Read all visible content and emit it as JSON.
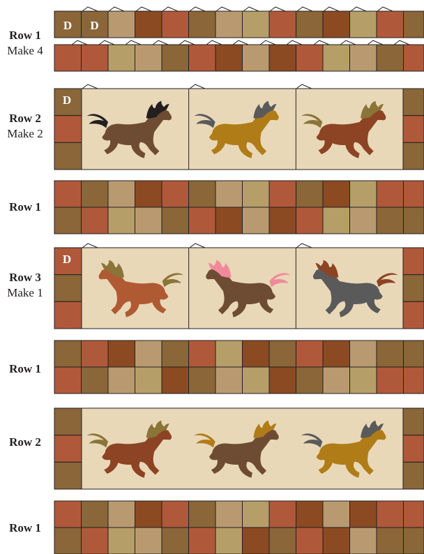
{
  "labels": [
    {
      "title": "Row 1",
      "sub": "Make 4"
    },
    {
      "title": "Row 2",
      "sub": "Make 2"
    },
    {
      "title": "Row 1",
      "sub": ""
    },
    {
      "title": "Row 3",
      "sub": "Make 1"
    },
    {
      "title": "Row 1",
      "sub": ""
    },
    {
      "title": "Row 2",
      "sub": ""
    },
    {
      "title": "Row 1",
      "sub": ""
    }
  ],
  "d_letter": "D",
  "colors": {
    "rust": "#b0593a",
    "brown": "#8b4a22",
    "olive": "#8a6638",
    "tan": "#b99a70",
    "sand": "#b69e68",
    "background": "#e8d8b8",
    "outline": "#231f20"
  },
  "horses": {
    "row2": [
      {
        "body": "#6e4c34",
        "mane": "#231f20",
        "direction": "right"
      },
      {
        "body": "#b07c18",
        "mane": "#5a5a5a",
        "direction": "right"
      },
      {
        "body": "#8c4424",
        "mane": "#8a7438",
        "direction": "right"
      }
    ],
    "row3": [
      {
        "body": "#b05a34",
        "mane": "#8a7438",
        "direction": "left"
      },
      {
        "body": "#6e4c34",
        "mane": "#f08a9a",
        "direction": "left"
      },
      {
        "body": "#5a5a5a",
        "mane": "#8c4424",
        "direction": "left"
      }
    ],
    "row2b": [
      {
        "body": "#8c4424",
        "mane": "#8a7438",
        "direction": "right"
      },
      {
        "body": "#6e4c34",
        "mane": "#b07c18",
        "direction": "right"
      },
      {
        "body": "#b07c18",
        "mane": "#5a5a5a",
        "direction": "right"
      }
    ]
  },
  "checker_rows": [
    [
      "olive",
      "olive",
      "tan",
      "brown",
      "rust",
      "olive",
      "tan",
      "sand",
      "rust",
      "olive",
      "brown",
      "sand",
      "rust",
      "olive"
    ],
    [
      "rust",
      "rust",
      "sand",
      "tan",
      "olive",
      "rust",
      "brown",
      "tan",
      "brown",
      "rust",
      "sand",
      "tan",
      "olive",
      "rust"
    ],
    [
      "rust",
      "olive",
      "tan",
      "brown",
      "rust",
      "olive",
      "tan",
      "sand",
      "rust",
      "olive",
      "brown",
      "sand",
      "rust",
      "rust"
    ],
    [
      "olive",
      "rust",
      "sand",
      "tan",
      "olive",
      "rust",
      "brown",
      "tan",
      "brown",
      "rust",
      "sand",
      "tan",
      "olive",
      "olive"
    ],
    [
      "olive",
      "rust",
      "brown",
      "tan",
      "olive",
      "rust",
      "sand",
      "brown",
      "olive",
      "rust",
      "brown",
      "tan",
      "olive",
      "olive"
    ],
    [
      "rust",
      "olive",
      "tan",
      "sand",
      "brown",
      "olive",
      "tan",
      "sand",
      "brown",
      "olive",
      "tan",
      "sand",
      "rust",
      "rust"
    ],
    [
      "rust",
      "olive",
      "tan",
      "brown",
      "rust",
      "olive",
      "tan",
      "sand",
      "rust",
      "brown",
      "tan",
      "brown",
      "rust",
      "rust"
    ],
    [
      "olive",
      "rust",
      "sand",
      "tan",
      "olive",
      "rust",
      "sand",
      "brown",
      "olive",
      "rust",
      "brown",
      "tan",
      "olive",
      "olive"
    ]
  ],
  "side_columns": {
    "row2_left": [
      "olive",
      "rust",
      "olive"
    ],
    "row2_right": [
      "olive",
      "rust",
      "olive"
    ],
    "row3_left": [
      "rust",
      "olive",
      "rust"
    ],
    "row3_right": [
      "rust",
      "olive",
      "rust"
    ],
    "row2b_left": [
      "olive",
      "rust",
      "olive"
    ],
    "row2b_right": [
      "olive",
      "rust",
      "olive"
    ]
  }
}
